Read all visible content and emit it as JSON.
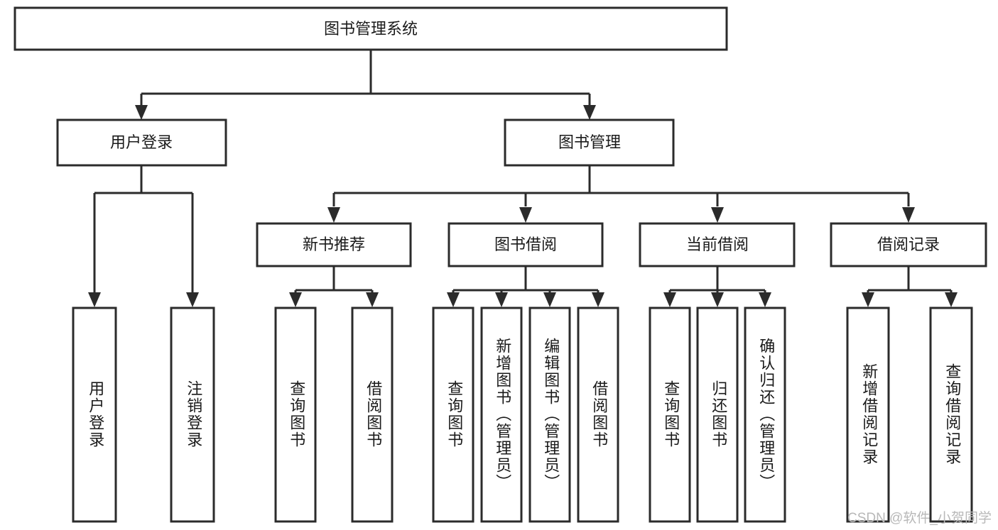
{
  "diagram": {
    "title": "图书管理系统",
    "type": "tree-hierarchy",
    "orientation": "top-down",
    "colors": {
      "stroke": "#2b2b2b",
      "fill": "#ffffff",
      "text": "#1a1a1a",
      "watermark": "#b8b8b8"
    },
    "levels": {
      "root": {
        "label": "图书管理系统"
      },
      "level2": [
        {
          "id": "user-login",
          "label": "用户登录"
        },
        {
          "id": "book-management",
          "label": "图书管理"
        }
      ],
      "level3": [
        {
          "id": "new-book-recommend",
          "label": "新书推荐",
          "parent": "book-management"
        },
        {
          "id": "book-borrow",
          "label": "图书借阅",
          "parent": "book-management"
        },
        {
          "id": "current-borrow",
          "label": "当前借阅",
          "parent": "book-management"
        },
        {
          "id": "borrow-record",
          "label": "借阅记录",
          "parent": "book-management"
        }
      ],
      "leaves": [
        {
          "id": "leaf-user-login",
          "label": "用户登录",
          "parent": "user-login"
        },
        {
          "id": "leaf-logout-login",
          "label": "注销登录",
          "parent": "user-login"
        },
        {
          "id": "leaf-query-book-1",
          "label": "查询图书",
          "parent": "new-book-recommend"
        },
        {
          "id": "leaf-borrow-book-1",
          "label": "借阅图书",
          "parent": "new-book-recommend"
        },
        {
          "id": "leaf-query-book-2",
          "label": "查询图书",
          "parent": "book-borrow"
        },
        {
          "id": "leaf-add-book",
          "label": "新增图书（管理员）",
          "parent": "book-borrow"
        },
        {
          "id": "leaf-edit-book",
          "label": "编辑图书（管理员）",
          "parent": "book-borrow"
        },
        {
          "id": "leaf-borrow-book-2",
          "label": "借阅图书",
          "parent": "book-borrow"
        },
        {
          "id": "leaf-query-book-3",
          "label": "查询图书",
          "parent": "current-borrow"
        },
        {
          "id": "leaf-return-book",
          "label": "归还图书",
          "parent": "current-borrow"
        },
        {
          "id": "leaf-confirm-return",
          "label": "确认归还（管理员）",
          "parent": "current-borrow"
        },
        {
          "id": "leaf-add-borrow-record",
          "label": "新增借阅记录",
          "parent": "borrow-record"
        },
        {
          "id": "leaf-query-borrow-record",
          "label": "查询借阅记录",
          "parent": "borrow-record"
        }
      ]
    }
  },
  "watermark": {
    "text": "CSDN @软件_小贺同学"
  }
}
